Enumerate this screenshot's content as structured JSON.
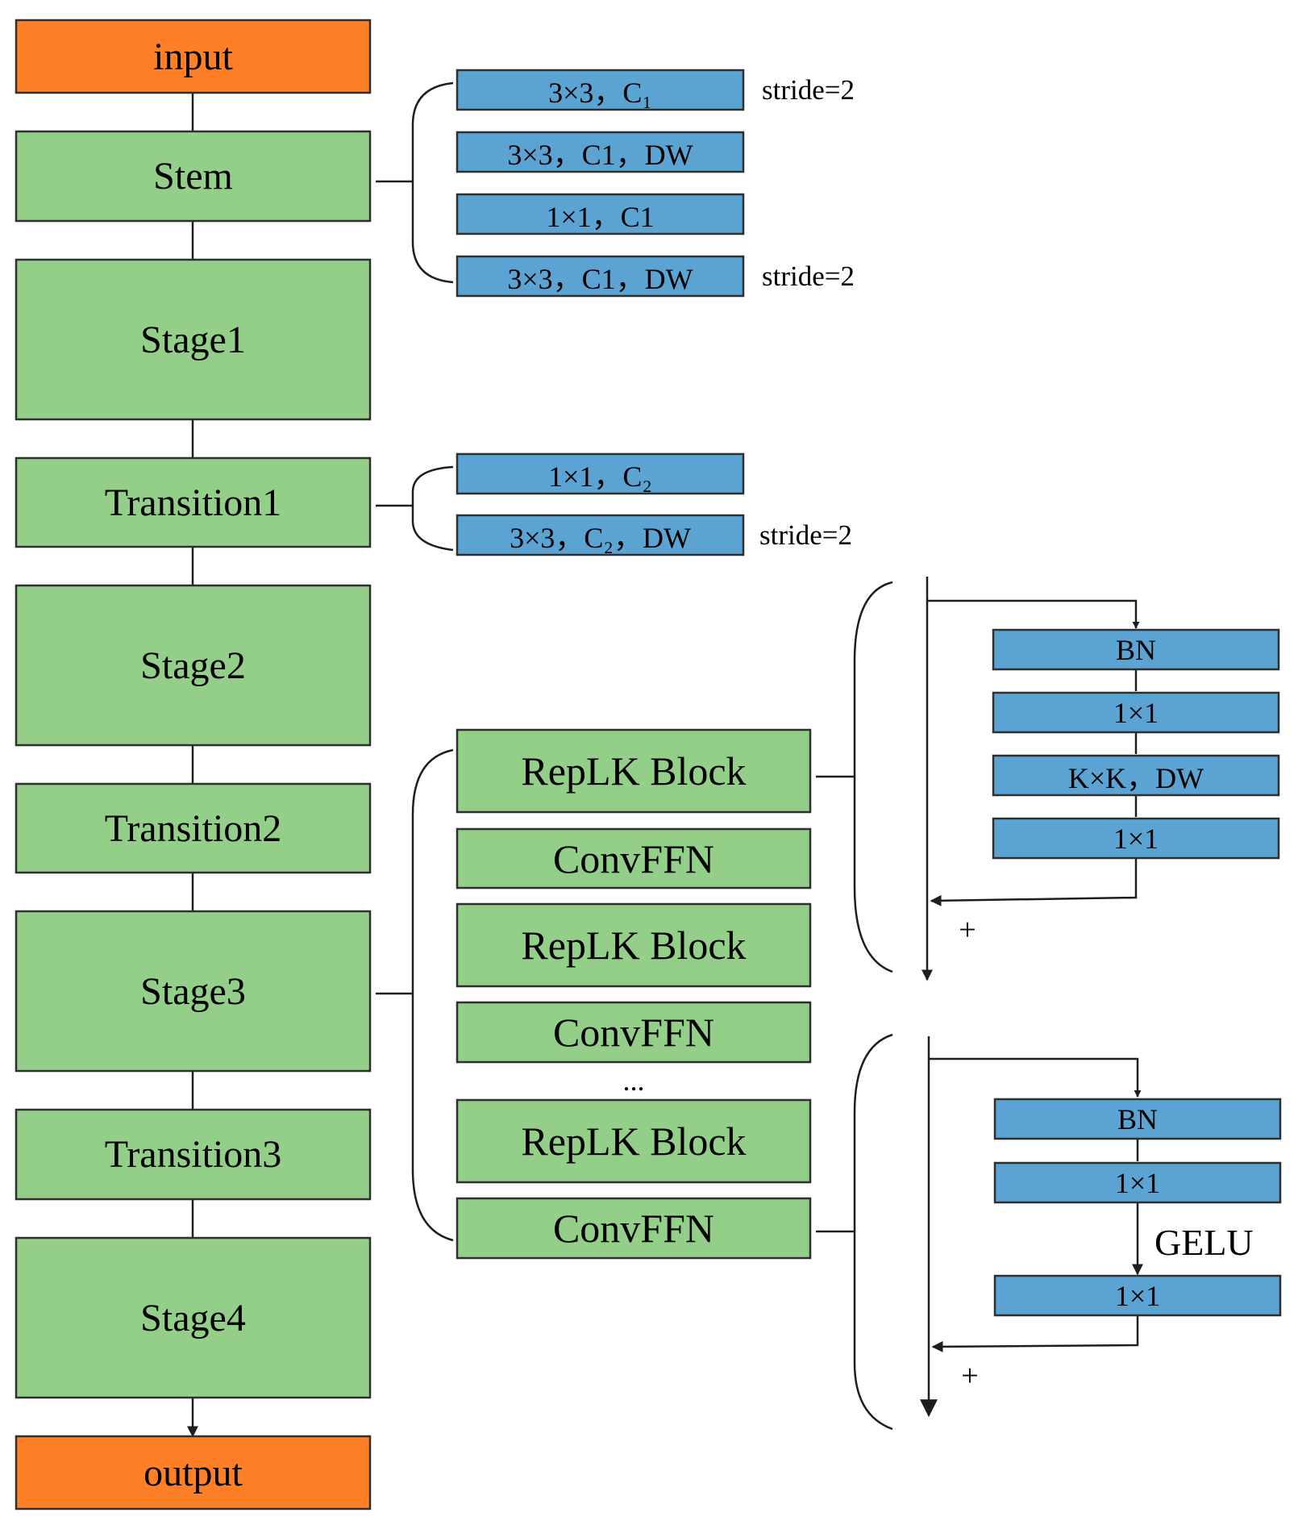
{
  "colors": {
    "io": "#FF7F27",
    "stage": "#93CF88",
    "conv": "#5BA3D2",
    "border": "#2F2F2F",
    "line": "#1E1E1E"
  },
  "main_path": {
    "input": "input",
    "stem": "Stem",
    "stage1": "Stage1",
    "transition1": "Transition1",
    "stage2": "Stage2",
    "transition2": "Transition2",
    "stage3": "Stage3",
    "transition3": "Transition3",
    "stage4": "Stage4",
    "output": "output"
  },
  "stem_detail": {
    "layer1": "3×3，C₁",
    "layer2": "3×3，C1，DW",
    "layer3": "1×1，C1",
    "layer4": "3×3，C1，DW",
    "stride1": "stride=2",
    "stride2": "stride=2"
  },
  "transition_detail": {
    "layer1": "1×1，C₂",
    "layer2": "3×3，C₂，DW",
    "stride": "stride=2"
  },
  "stage3_detail": {
    "block1": "RepLK Block",
    "ffn1": "ConvFFN",
    "block2": "RepLK Block",
    "ffn2": "ConvFFN",
    "ellipsis": "...",
    "block3": "RepLK Block",
    "ffn3": "ConvFFN"
  },
  "replk_detail": {
    "bn": "BN",
    "conv1": "1×1",
    "dw": "K×K，DW",
    "conv2": "1×1",
    "plus": "+"
  },
  "convffn_detail": {
    "bn": "BN",
    "conv1": "1×1",
    "activation": "GELU",
    "conv2": "1×1",
    "plus": "+"
  }
}
